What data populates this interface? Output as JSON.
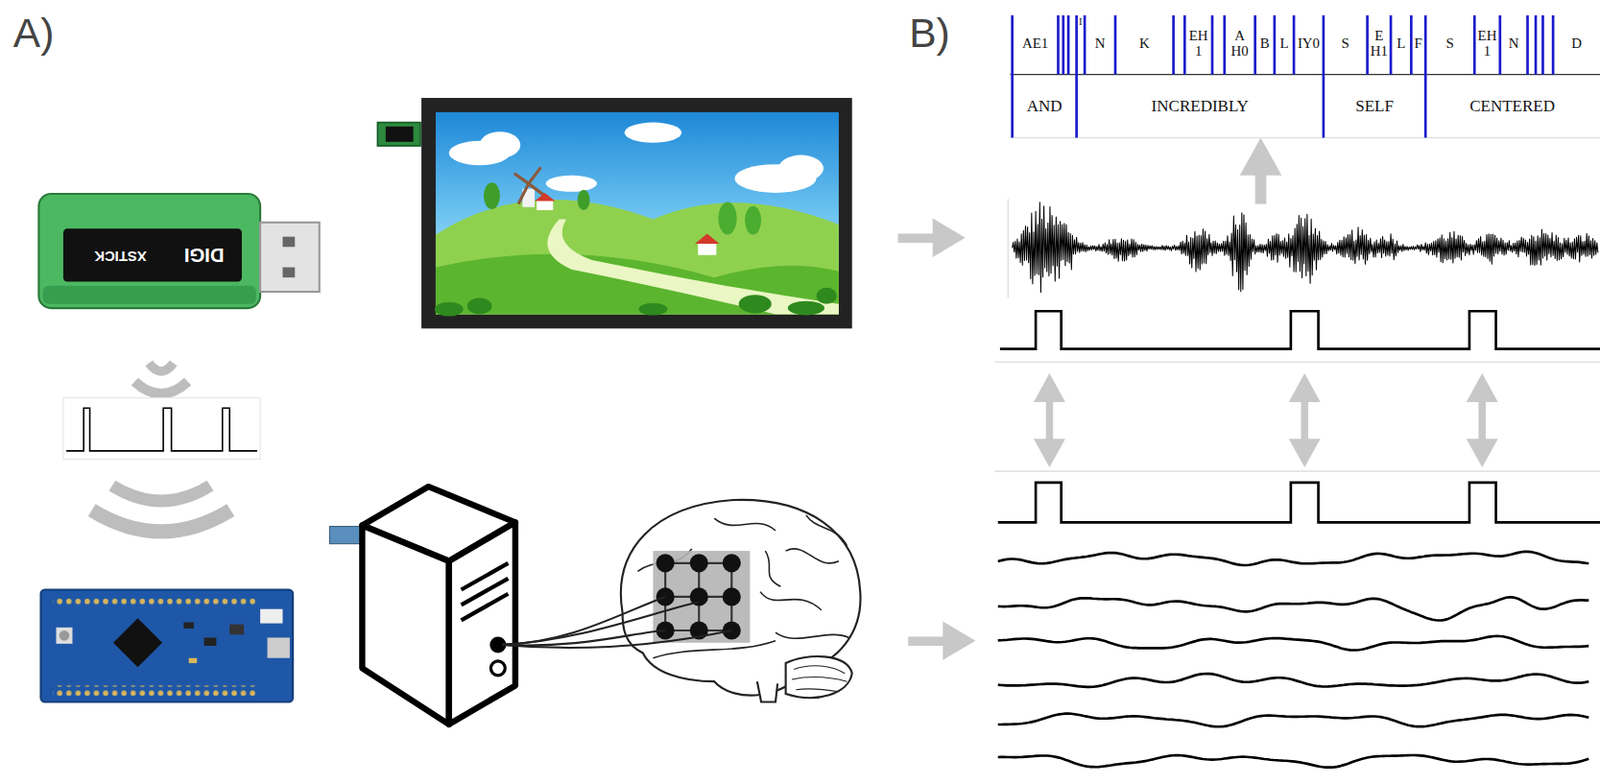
{
  "diagram": {
    "labels": [
      "A)",
      "B)",
      "DIGI",
      "XSTICK",
      "AE1",
      "I",
      "N",
      "K",
      "EH 1",
      "A H0",
      "B",
      "L",
      "IY0",
      "S",
      "E H1",
      "L",
      "F",
      "S",
      "EH 1",
      "N",
      "D",
      "AND",
      "INCREDIBLY",
      "SELF",
      "CENTERED"
    ]
  }
}
